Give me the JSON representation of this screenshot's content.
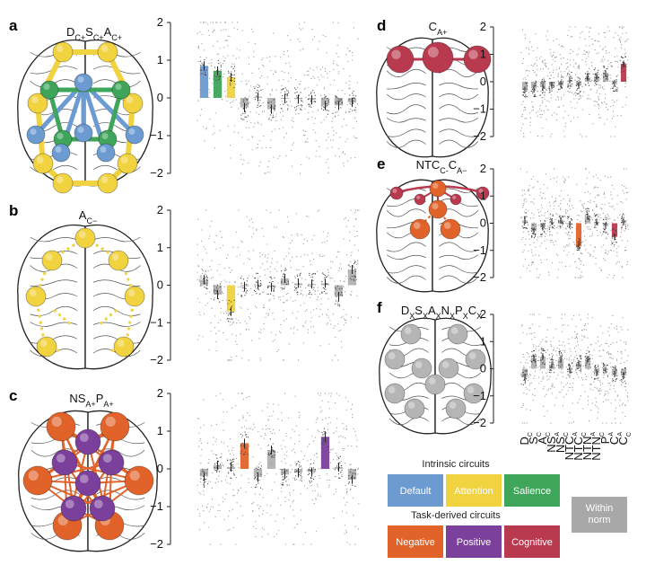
{
  "panel_labels": [
    "a",
    "b",
    "c",
    "d",
    "e",
    "f"
  ],
  "titles": {
    "a": {
      "parts": [
        [
          "D",
          "C+"
        ],
        [
          "S",
          "C+"
        ],
        [
          "A",
          "C+"
        ]
      ]
    },
    "b": {
      "parts": [
        [
          "A",
          "C−"
        ]
      ]
    },
    "c": {
      "parts": [
        [
          "NS",
          "A+"
        ],
        [
          "P",
          "A+"
        ]
      ]
    },
    "d": {
      "parts": [
        [
          "C",
          "A+"
        ]
      ]
    },
    "e": {
      "parts": [
        [
          "NTC",
          "C-"
        ],
        [
          "C",
          "A−"
        ]
      ]
    },
    "f": {
      "parts": [
        [
          "D",
          "X"
        ],
        [
          "S",
          "X"
        ],
        [
          "A",
          "X"
        ],
        [
          "N",
          "X"
        ],
        [
          "P",
          "X"
        ],
        [
          "C",
          "X"
        ]
      ]
    }
  },
  "x_labels": [
    {
      "base": "D",
      "sub": "C"
    },
    {
      "base": "S",
      "sub": "C"
    },
    {
      "base": "A",
      "sub": "C"
    },
    {
      "base": "NS",
      "sub": "A"
    },
    {
      "base": "NS",
      "sub": "C"
    },
    {
      "base": "NTC",
      "sub": "A"
    },
    {
      "base": "NTC",
      "sub": "C"
    },
    {
      "base": "NTN",
      "sub": "A"
    },
    {
      "base": "NTN",
      "sub": "C"
    },
    {
      "base": "P",
      "sub": "A"
    },
    {
      "base": "C",
      "sub": "A"
    },
    {
      "base": "C",
      "sub": "C"
    }
  ],
  "legend": {
    "intrinsic_title": "Intrinsic circuits",
    "task_title": "Task-derived circuits",
    "items": {
      "default": {
        "label": "Default",
        "color": "#6c9bd2"
      },
      "attention": {
        "label": "Attention",
        "color": "#f1d23f"
      },
      "salience": {
        "label": "Salience",
        "color": "#3ea55a"
      },
      "negative": {
        "label": "Negative",
        "color": "#e1632a"
      },
      "positive": {
        "label": "Positive",
        "color": "#7b3f9c"
      },
      "cognitive": {
        "label": "Cognitive",
        "color": "#b93a4f"
      },
      "within": {
        "label": "Within\nnorm",
        "color": "#a8a8a8"
      }
    }
  },
  "chart_data": [
    {
      "panel": "a",
      "type": "bar",
      "ylim": [
        -2,
        2
      ],
      "yticks": [
        -2,
        -1,
        0,
        1,
        2
      ],
      "values": [
        0.85,
        0.72,
        0.55,
        -0.25,
        0.03,
        -0.3,
        -0.02,
        -0.03,
        -0.05,
        -0.2,
        -0.2,
        -0.12
      ],
      "colors": [
        "default",
        "salience",
        "attention",
        "within",
        "within",
        "within",
        "within",
        "within",
        "within",
        "within",
        "within",
        "within"
      ]
    },
    {
      "panel": "b",
      "type": "bar",
      "ylim": [
        -2,
        2
      ],
      "yticks": [
        -2,
        -1,
        0,
        1,
        2
      ],
      "values": [
        0.15,
        -0.25,
        -0.7,
        -0.03,
        0.02,
        -0.05,
        0.18,
        0.05,
        0.03,
        0.05,
        -0.3,
        0.42
      ],
      "colors": [
        "within",
        "within",
        "attention",
        "within",
        "within",
        "within",
        "within",
        "within",
        "within",
        "within",
        "within",
        "within"
      ]
    },
    {
      "panel": "c",
      "type": "bar",
      "ylim": [
        -2,
        2
      ],
      "yticks": [
        -2,
        -1,
        0,
        1,
        2
      ],
      "values": [
        -0.2,
        0.1,
        0.05,
        0.68,
        -0.22,
        0.5,
        -0.15,
        -0.1,
        -0.08,
        0.85,
        0.05,
        -0.28
      ],
      "colors": [
        "within",
        "within",
        "within",
        "negative",
        "within",
        "within",
        "within",
        "within",
        "within",
        "positive",
        "within",
        "within"
      ]
    },
    {
      "panel": "d",
      "type": "bar",
      "ylim": [
        -2,
        2
      ],
      "yticks": [
        -2,
        -1,
        0,
        1,
        2
      ],
      "values": [
        -0.3,
        -0.25,
        -0.2,
        -0.15,
        -0.1,
        0.05,
        -0.15,
        0.15,
        0.2,
        0.3,
        -0.05,
        0.65
      ],
      "colors": [
        "within",
        "within",
        "within",
        "within",
        "within",
        "within",
        "within",
        "within",
        "within",
        "within",
        "within",
        "cognitive"
      ]
    },
    {
      "panel": "e",
      "type": "bar",
      "ylim": [
        -2,
        2
      ],
      "yticks": [
        -2,
        -1,
        0,
        1,
        2
      ],
      "values": [
        0.1,
        -0.3,
        -0.15,
        0.05,
        0.1,
        -0.05,
        -0.85,
        0.25,
        0.05,
        -0.1,
        -0.5,
        0.05
      ],
      "colors": [
        "within",
        "within",
        "within",
        "within",
        "within",
        "within",
        "negative",
        "within",
        "within",
        "within",
        "cognitive",
        "within"
      ]
    },
    {
      "panel": "f",
      "type": "bar",
      "ylim": [
        -2,
        2
      ],
      "yticks": [
        -2,
        -1,
        0,
        1,
        2
      ],
      "values": [
        -0.3,
        0.4,
        0.45,
        0.15,
        0.35,
        -0.05,
        0.2,
        0.35,
        -0.15,
        -0.05,
        -0.2,
        -0.25
      ],
      "colors": [
        "within",
        "within",
        "within",
        "within",
        "within",
        "within",
        "within",
        "within",
        "within",
        "within",
        "within",
        "within"
      ]
    }
  ]
}
